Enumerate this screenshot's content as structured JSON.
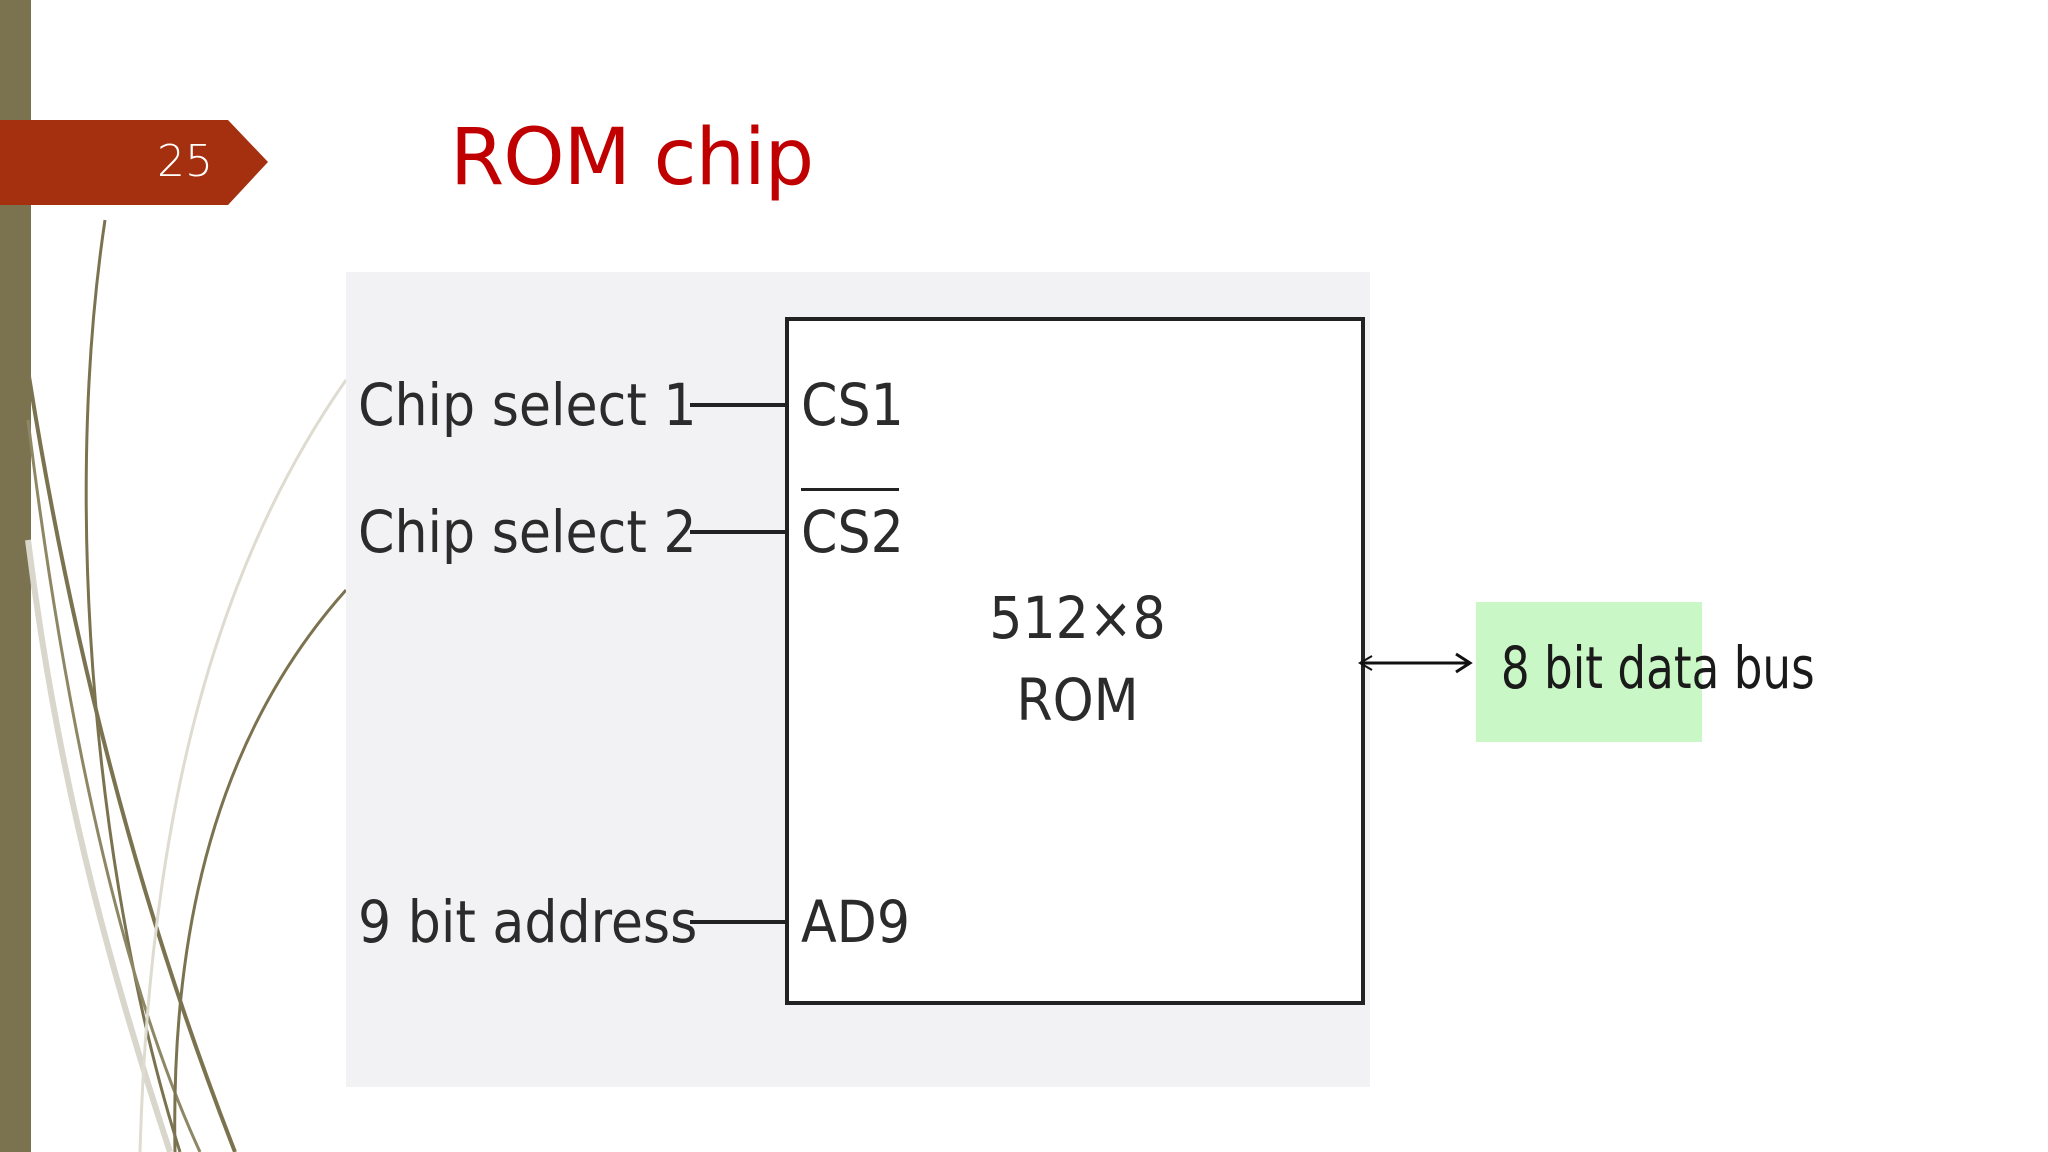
{
  "slide": {
    "number": "25",
    "title": "ROM chip"
  },
  "diagram": {
    "inputs": {
      "cs1_label": "Chip select 1",
      "cs2_label": "Chip select 2",
      "address_label": "9 bit address"
    },
    "chip": {
      "pin_cs1": "CS1",
      "pin_cs2": "CS2",
      "pin_ad9": "AD9",
      "size": "512×8",
      "type": "ROM"
    },
    "output": {
      "label": "8 bit data bus"
    }
  },
  "colors": {
    "title": "#c00000",
    "number_tag": "#a5300f",
    "left_bar": "#7b7350",
    "data_bus_highlight": "#c9f7c5"
  }
}
